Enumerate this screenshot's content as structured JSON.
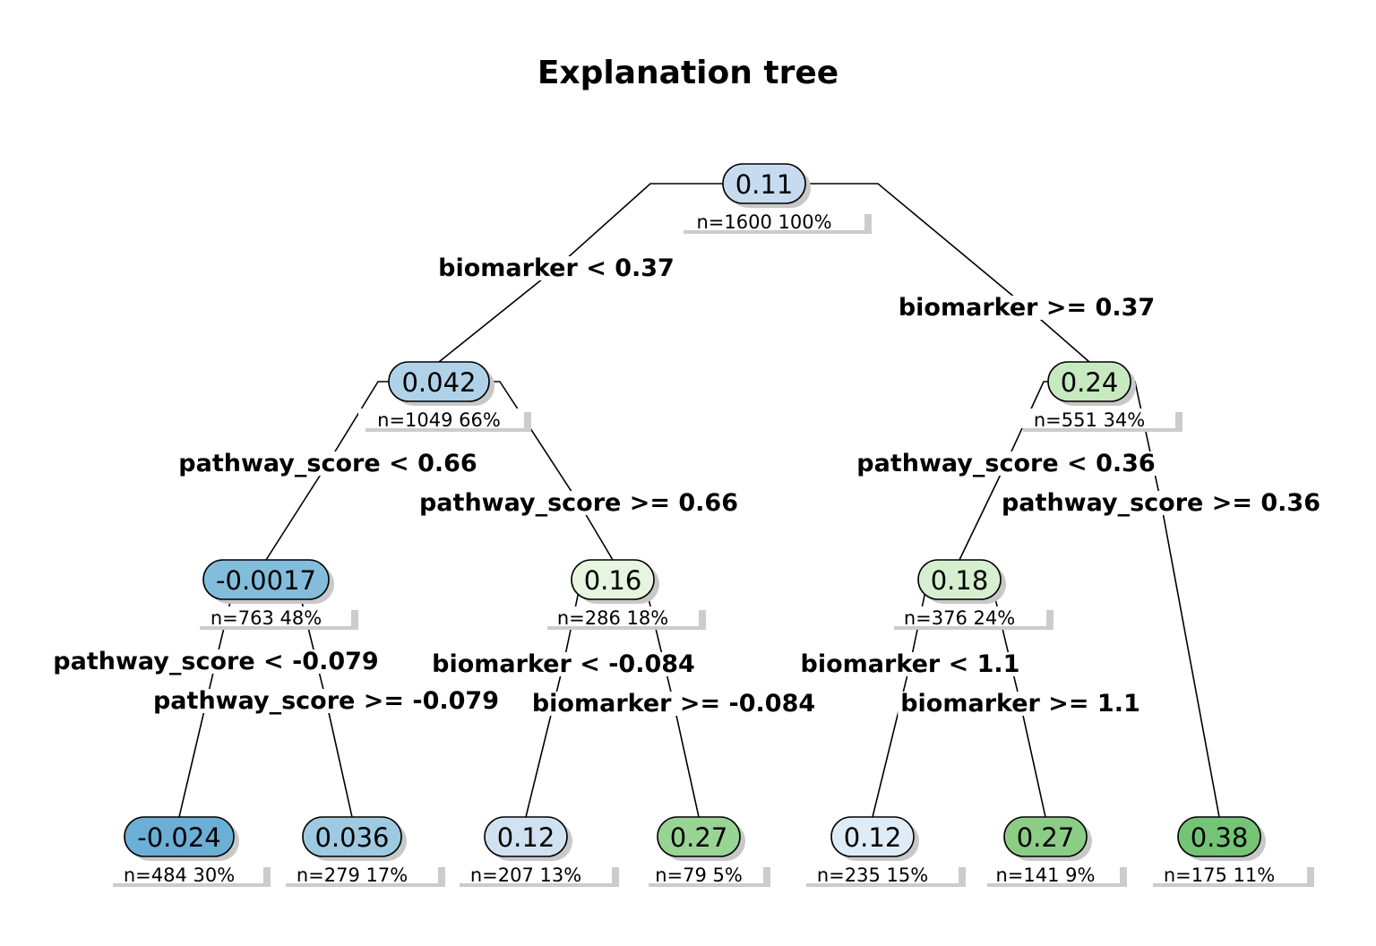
{
  "title": "Explanation tree",
  "nodes": [
    {
      "value": "0.11",
      "stat": "n=1600  100%",
      "color": "#c6dbef"
    },
    {
      "value": "0.042",
      "stat": "n=1049  66%",
      "color": "#b0d2e8"
    },
    {
      "value": "0.24",
      "stat": "n=551  34%",
      "color": "#c7e9c0"
    },
    {
      "value": "-0.0017",
      "stat": "n=763  48%",
      "color": "#84bcdb"
    },
    {
      "value": "0.16",
      "stat": "n=286  18%",
      "color": "#e5f5e0"
    },
    {
      "value": "0.18",
      "stat": "n=376  24%",
      "color": "#d5efcf"
    },
    {
      "value": "-0.024",
      "stat": "n=484  30%",
      "color": "#6baed6"
    },
    {
      "value": "0.036",
      "stat": "n=279  17%",
      "color": "#9ecae1"
    },
    {
      "value": "0.12",
      "stat": "n=207  13%",
      "color": "#d0e1f2"
    },
    {
      "value": "0.27",
      "stat": "n=79  5%",
      "color": "#98d594"
    },
    {
      "value": "0.12",
      "stat": "n=235  15%",
      "color": "#dfebf7"
    },
    {
      "value": "0.27",
      "stat": "n=141  9%",
      "color": "#8ccd86"
    },
    {
      "value": "0.38",
      "stat": "n=175  11%",
      "color": "#74c476"
    }
  ],
  "splits": [
    {
      "from": 0,
      "to": 1,
      "label": "biomarker < 0.37"
    },
    {
      "from": 0,
      "to": 2,
      "label": "biomarker >= 0.37"
    },
    {
      "from": 1,
      "to": 3,
      "label": "pathway_score < 0.66"
    },
    {
      "from": 1,
      "to": 4,
      "label": "pathway_score >= 0.66"
    },
    {
      "from": 2,
      "to": 5,
      "label": "pathway_score < 0.36"
    },
    {
      "from": 2,
      "to": 12,
      "label": "pathway_score >= 0.36"
    },
    {
      "from": 3,
      "to": 6,
      "label": "pathway_score < -0.079"
    },
    {
      "from": 3,
      "to": 7,
      "label": "pathway_score >= -0.079"
    },
    {
      "from": 4,
      "to": 8,
      "label": "biomarker < -0.084"
    },
    {
      "from": 4,
      "to": 9,
      "label": "biomarker >= -0.084"
    },
    {
      "from": 5,
      "to": 10,
      "label": "biomarker < 1.1"
    },
    {
      "from": 5,
      "to": 11,
      "label": "biomarker >= 1.1"
    }
  ]
}
